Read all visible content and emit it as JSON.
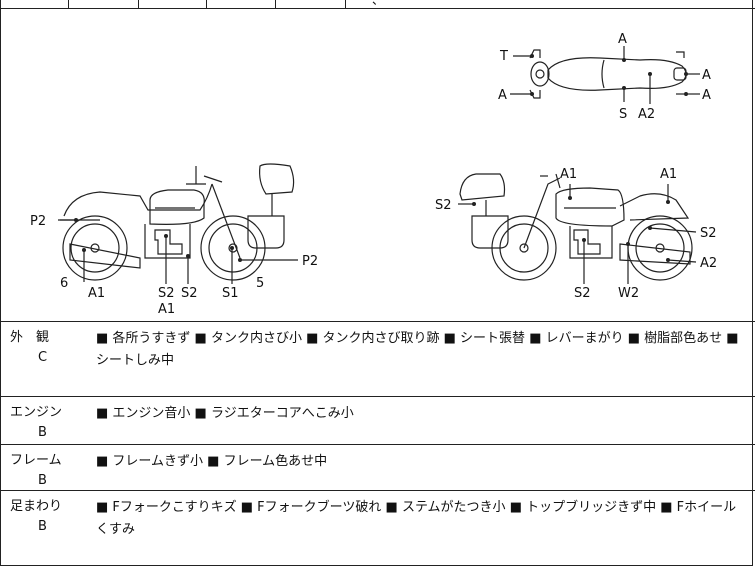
{
  "top_row": {
    "partial_text": "、"
  },
  "diagram": {
    "top_view": {
      "T": "T",
      "A_top": "A",
      "A_left": "A",
      "S": "S",
      "A2": "A2",
      "A_r1": "A",
      "A_r2": "A"
    },
    "left_view": {
      "P2_left": "P2",
      "num6": "6",
      "A1_a": "A1",
      "S2_a": "S2",
      "A1_b": "A1",
      "S2_b": "S2",
      "S1": "S1",
      "num5": "5",
      "P2_right": "P2"
    },
    "right_view": {
      "S2_left": "S2",
      "A1_a": "A1",
      "A1_b": "A1",
      "S2_r": "S2",
      "A2": "A2",
      "S2_bottom": "S2",
      "W2": "W2"
    }
  },
  "sections": [
    {
      "category": "外　観",
      "grade": "C",
      "description": "■ 各所うすきず ■ タンク内さび小 ■ タンク内さび取り跡 ■ シート張替 ■ レバーまがり ■ 樹脂部色あせ ■ シートしみ中"
    },
    {
      "category": "エンジン",
      "grade": "B",
      "description": "■ エンジン音小 ■ ラジエターコアへこみ小"
    },
    {
      "category": "フレーム",
      "grade": "B",
      "description": "■ フレームきず小 ■ フレーム色あせ中"
    },
    {
      "category": "足まわり",
      "grade": "B",
      "description": "■ Fフォークこすりキズ ■ Fフォークブーツ破れ ■ ステムがたつき小 ■ トップブリッジきず中 ■ Fホイールくすみ"
    }
  ]
}
